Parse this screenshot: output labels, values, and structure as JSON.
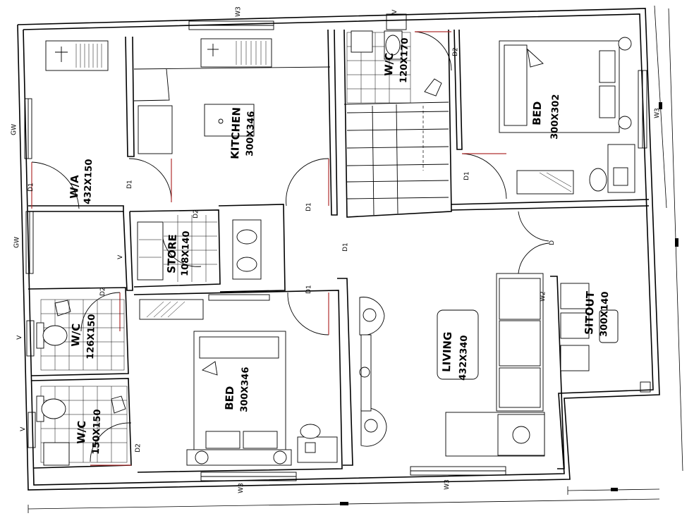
{
  "rooms": {
    "kitchen": {
      "name": "KITCHEN",
      "size": "300X346"
    },
    "wash_area": {
      "name": "W/A",
      "size": "432X150"
    },
    "wc_top": {
      "name": "W/C",
      "size": "120X170"
    },
    "bed_top": {
      "name": "BED",
      "size": "300X302"
    },
    "store": {
      "name": "STORE",
      "size": "108X140"
    },
    "wc_left_upper": {
      "name": "W/C",
      "size": "126X150"
    },
    "wc_left_lower": {
      "name": "W/C",
      "size": "150X150"
    },
    "bed_bottom": {
      "name": "BED",
      "size": "300X346"
    },
    "living": {
      "name": "LIVING",
      "size": "432X340"
    },
    "sitout": {
      "name": "SITOUT",
      "size": "300X140"
    }
  },
  "tags": {
    "d1": "D1",
    "d2": "D2",
    "d": "D",
    "gw": "GW",
    "v": "V",
    "w2": "W2",
    "w3": "W3"
  }
}
